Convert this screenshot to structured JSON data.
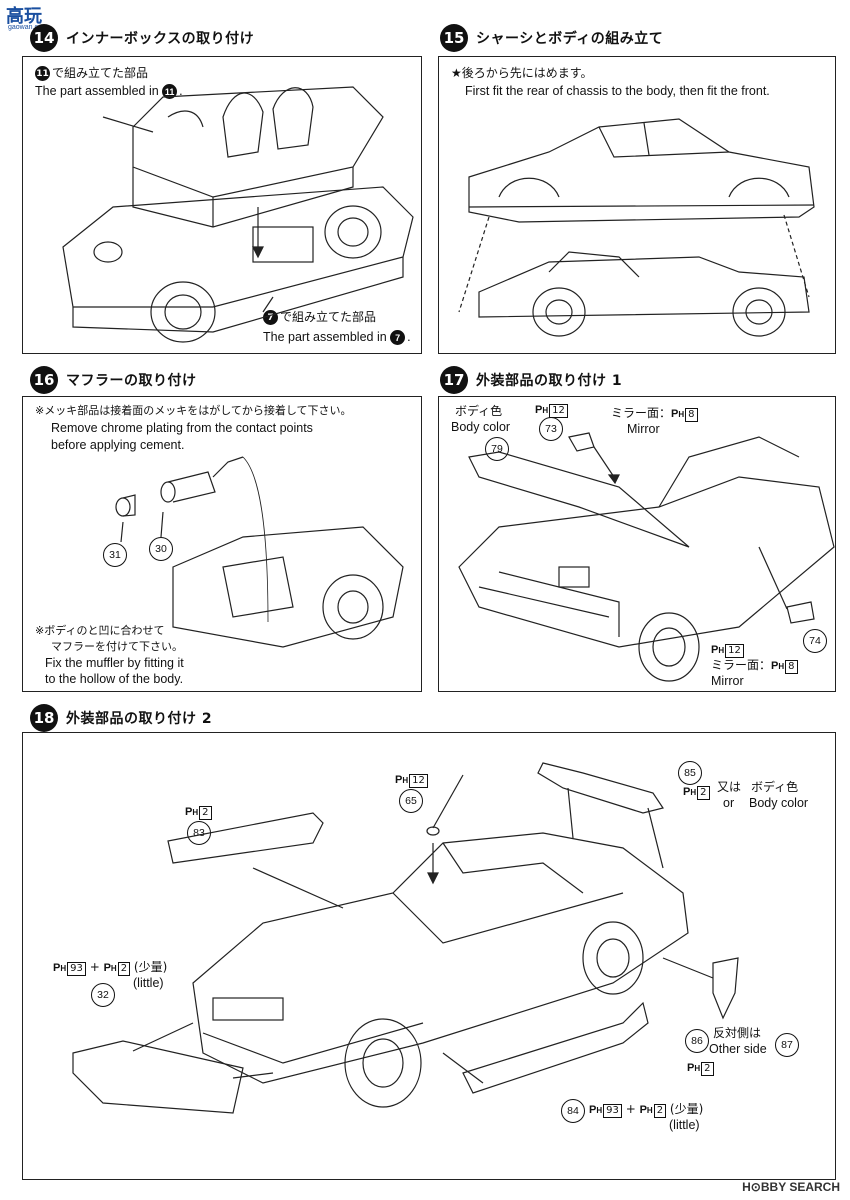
{
  "watermark_logo": "高玩",
  "watermark_logo_sub": "gaowan.com",
  "footer_watermark": "H⊙BBY SEARCH",
  "steps": {
    "s14": {
      "num": "14",
      "title": "インナーボックスの取り付け",
      "note1_ja": "で組み立てた部品",
      "note1_ref": "11",
      "note1_en": "The part assembled in",
      "note2_ja": "で組み立てた部品",
      "note2_ref": "7",
      "note2_en": "The part assembled in"
    },
    "s15": {
      "num": "15",
      "title": "シャーシとボディの組み立て",
      "note_ja": "★後ろから先にはめます。",
      "note_en": "First fit the rear of chassis to the body, then fit the front."
    },
    "s16": {
      "num": "16",
      "title": "マフラーの取り付け",
      "note1_ja": "※メッキ部品は接着面のメッキをはがしてから接着して下さい。",
      "note1_en_1": "Remove chrome plating from the contact points",
      "note1_en_2": "before applying cement.",
      "note2_ja_1": "※ボディのと凹に合わせて",
      "note2_ja_2": "マフラーを付けて下さい。",
      "note2_en_1": "Fix the muffler by fitting it",
      "note2_en_2": "to the hollow of the body.",
      "parts": [
        "31",
        "30"
      ]
    },
    "s17": {
      "num": "17",
      "title": "外装部品の取り付け 1",
      "body_color_ja": "ボディ色",
      "body_color_en": "Body color",
      "ph": "P",
      "ph_sub": "H",
      "color_12": "12",
      "color_8": "8",
      "mirror_ja": "ミラー面：",
      "mirror_en": "Mirror",
      "parts": [
        "79",
        "73",
        "74"
      ]
    },
    "s18": {
      "num": "18",
      "title": "外装部品の取り付け 2",
      "color_2": "2",
      "color_12": "12",
      "color_93": "93",
      "or_ja": "又は",
      "or_en": "or",
      "body_color_ja": "ボディ色",
      "body_color_en": "Body color",
      "little_ja": "(少量)",
      "little_en": "(little)",
      "other_side_ja": "反対側は",
      "other_side_en": "Other side",
      "plus": "+",
      "parts": [
        "83",
        "65",
        "85",
        "32",
        "86",
        "87",
        "84"
      ]
    }
  }
}
